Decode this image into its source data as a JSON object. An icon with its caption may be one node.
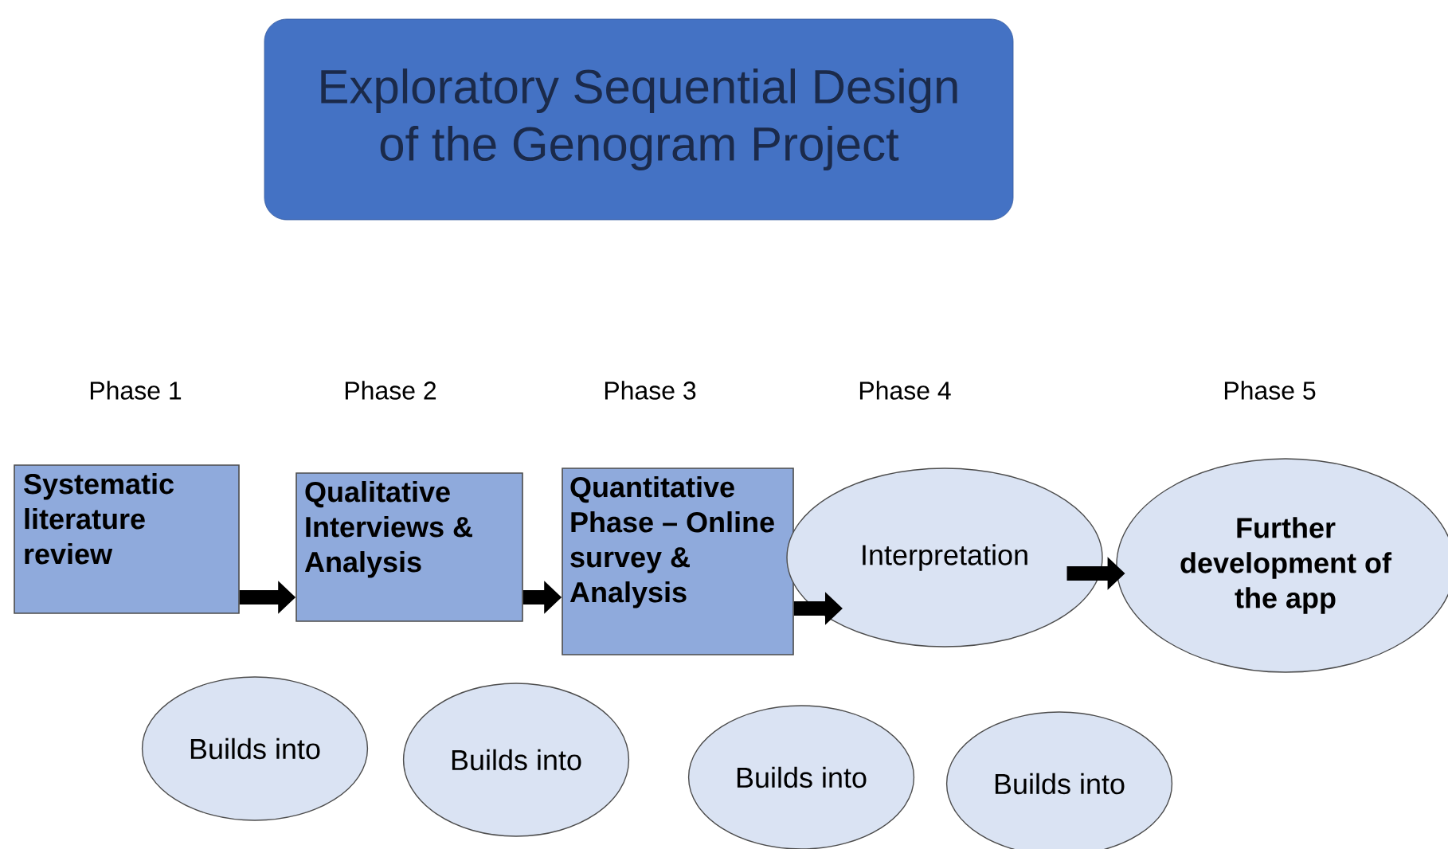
{
  "diagram": {
    "nodes": [
      {
        "text": [
          "Exploratory Sequential Design of the Genogram Project"
        ]
      },
      {
        "text": [
          "Systematic literature review"
        ]
      },
      {
        "text": [
          "Builds into"
        ]
      },
      {
        "text": [
          "Qualitative Interviews & Analysis"
        ]
      },
      {
        "text": [
          "Builds into"
        ]
      },
      {
        "text": [
          "Quantitative Phase – Online survey & Analysis"
        ]
      },
      {
        "text": [
          "Builds into"
        ]
      },
      {
        "text": [
          "Interpretation"
        ]
      },
      {
        "text": [
          "Builds into"
        ]
      },
      {
        "text": [
          "Further development of the app"
        ]
      }
    ],
    "edges": [
      {
        "from": 1,
        "to": 3,
        "arrow": "to"
      },
      {
        "from": 3,
        "to": 5,
        "arrow": "to"
      },
      {
        "from": 5,
        "to": 7,
        "arrow": "to"
      },
      {
        "from": 7,
        "to": 9,
        "arrow": "to"
      }
    ],
    "labels": [
      "Phase 1",
      "Phase 2",
      "Phase 3",
      "Phase 4",
      "Phase 5"
    ]
  }
}
